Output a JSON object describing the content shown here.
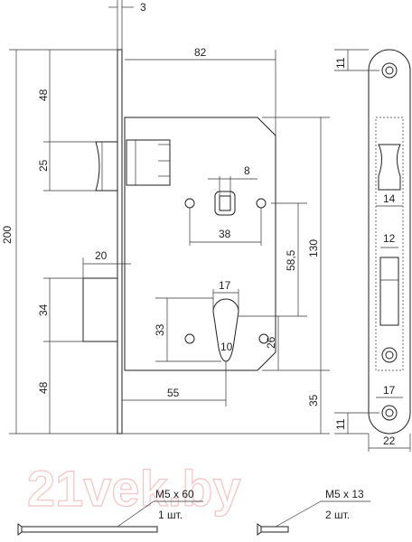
{
  "dims": {
    "plate_thickness": "3",
    "body_width": "82",
    "height_total": "200",
    "top_to_latch": "48",
    "latch_height": "25",
    "spindle_square": "8",
    "spindle_holes": "38",
    "spindle_to_cylinder": "58,5",
    "body_height": "130",
    "bolt_projection": "20",
    "bolt_height": "34",
    "bottom_to_bolt": "48",
    "cylinder_width": "17",
    "cylinder_height": "33",
    "cylinder_slot": "10",
    "cyl_to_body_bottom": "26",
    "backset": "55",
    "bottom_to_cyl": "35",
    "plate_top": "11",
    "plate_bottom": "11",
    "latch_slot_width": "14",
    "bolt_slot_width": "12",
    "hole_spacing_width": "17",
    "plate_width": "22"
  },
  "screws": [
    {
      "size": "M5 x 60",
      "qty": "1 шт."
    },
    {
      "size": "M5 x 13",
      "qty": "2 шт."
    }
  ],
  "watermark": "21vek.by"
}
